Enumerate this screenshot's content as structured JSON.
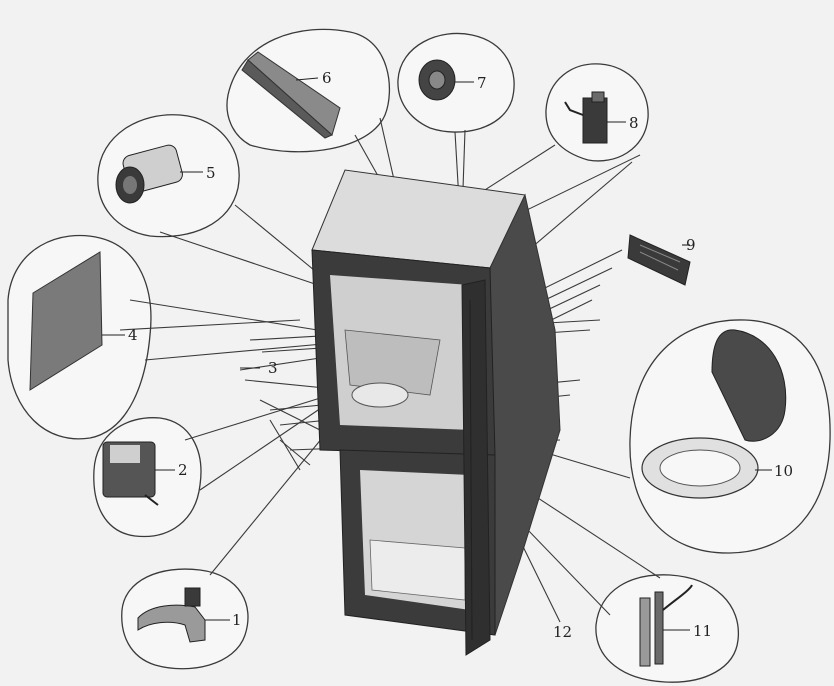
{
  "callouts": [
    {
      "id": "1",
      "label": "1"
    },
    {
      "id": "2",
      "label": "2"
    },
    {
      "id": "3",
      "label": "3"
    },
    {
      "id": "4",
      "label": "4"
    },
    {
      "id": "5",
      "label": "5"
    },
    {
      "id": "6",
      "label": "6"
    },
    {
      "id": "7",
      "label": "7"
    },
    {
      "id": "8",
      "label": "8"
    },
    {
      "id": "9",
      "label": "9"
    },
    {
      "id": "10",
      "label": "10"
    },
    {
      "id": "11",
      "label": "11"
    },
    {
      "id": "12",
      "label": "12"
    }
  ],
  "colors": {
    "background": "#f2f2f2",
    "cabinet_dark": "#3b3b3b",
    "cabinet_light": "#d9d9d9",
    "line": "#3a3a3a"
  }
}
